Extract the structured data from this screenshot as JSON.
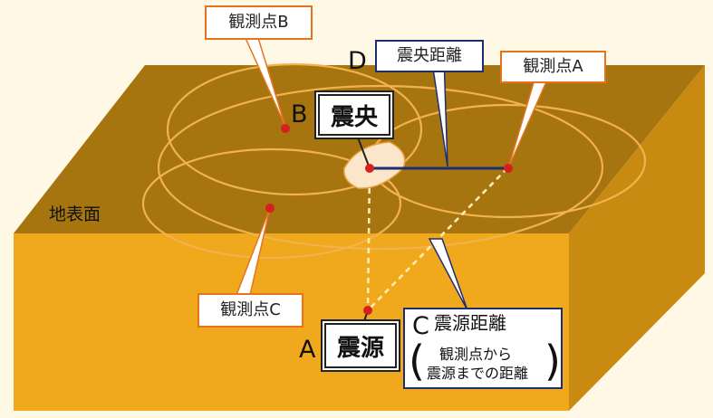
{
  "labels": {
    "obs_b": "観測点B",
    "obs_a": "観測点A",
    "obs_c": "観測点C",
    "surface": "地表面",
    "epicenter": "震央",
    "hypocenter": "震源",
    "epicentral_distance": "震央距離",
    "hypocentral_distance": "震源距離",
    "hypocentral_note_line1": "観測点から",
    "hypocentral_note_line2": "震源までの距離",
    "paren_open": "(",
    "paren_close": ")"
  },
  "letters": {
    "a": "A",
    "b": "B",
    "c": "C",
    "d": "D"
  },
  "colors": {
    "top_face": "#a67510",
    "front_face": "#f0a81c",
    "side_face": "#c98a12",
    "orange_accent": "#e8731f",
    "navy_accent": "#1d2f73",
    "point_red": "#d62020",
    "background": "#fff8e4"
  }
}
